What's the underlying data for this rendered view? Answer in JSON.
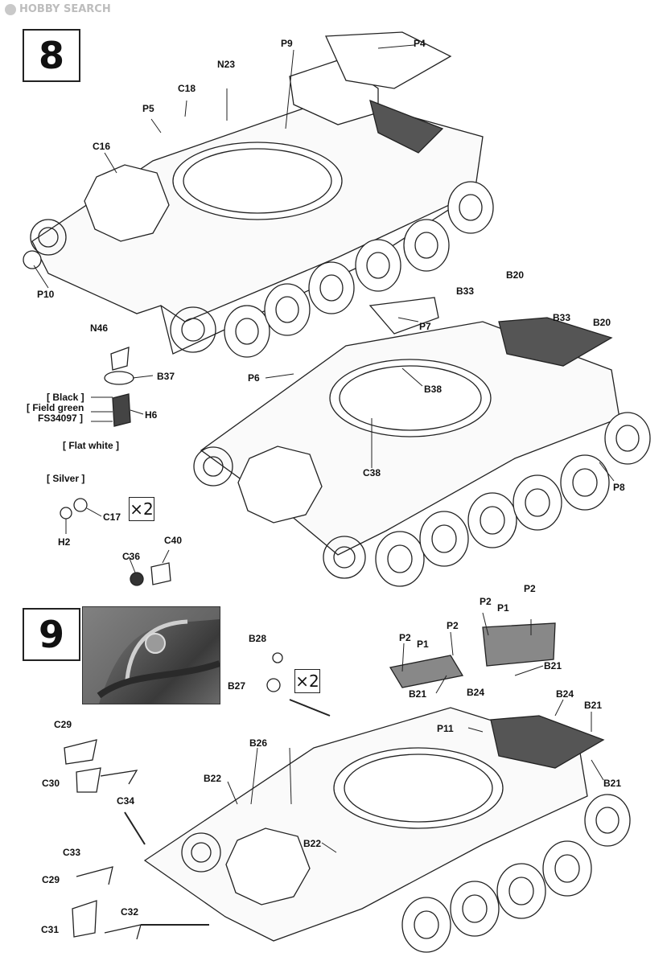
{
  "watermark": {
    "text": "HOBBY SEARCH"
  },
  "steps": [
    {
      "number": "8"
    },
    {
      "number": "9"
    }
  ],
  "step8": {
    "labels": {
      "P9": "P9",
      "P4": "P4",
      "N23": "N23",
      "C18": "C18",
      "P5": "P5",
      "C16": "C16",
      "P10": "P10",
      "B20a": "B20",
      "B33a": "B33",
      "B33b": "B33",
      "B20b": "B20",
      "P7": "P7",
      "N46": "N46",
      "B37": "B37",
      "P6": "P6",
      "B38": "B38",
      "H6": "H6",
      "C38": "C38",
      "P8": "P8",
      "C17": "C17",
      "H2": "H2",
      "C40": "C40",
      "C36": "C36"
    },
    "colors": {
      "black": "[ Black ]",
      "field_green": "[ Field green",
      "fs": "FS34097 ]",
      "flat_white": "[ Flat white ]",
      "silver": "[ Silver ]"
    },
    "multiplier": "×2"
  },
  "step9": {
    "labels": {
      "B28": "B28",
      "B27": "B27",
      "P2a": "P2",
      "P1a": "P1",
      "P2b": "P2",
      "P2c": "P2",
      "P1b": "P1",
      "P2d": "P2",
      "B21a": "B21",
      "B21b": "B21",
      "B24a": "B24",
      "B24b": "B24",
      "B21c": "B21",
      "B21d": "B21",
      "P11": "P11",
      "C29a": "C29",
      "C30": "C30",
      "C34": "C34",
      "B26": "B26",
      "B22a": "B22",
      "B22b": "B22",
      "C33": "C33",
      "C29b": "C29",
      "C32": "C32",
      "C31": "C31"
    },
    "multiplier": "×2"
  }
}
